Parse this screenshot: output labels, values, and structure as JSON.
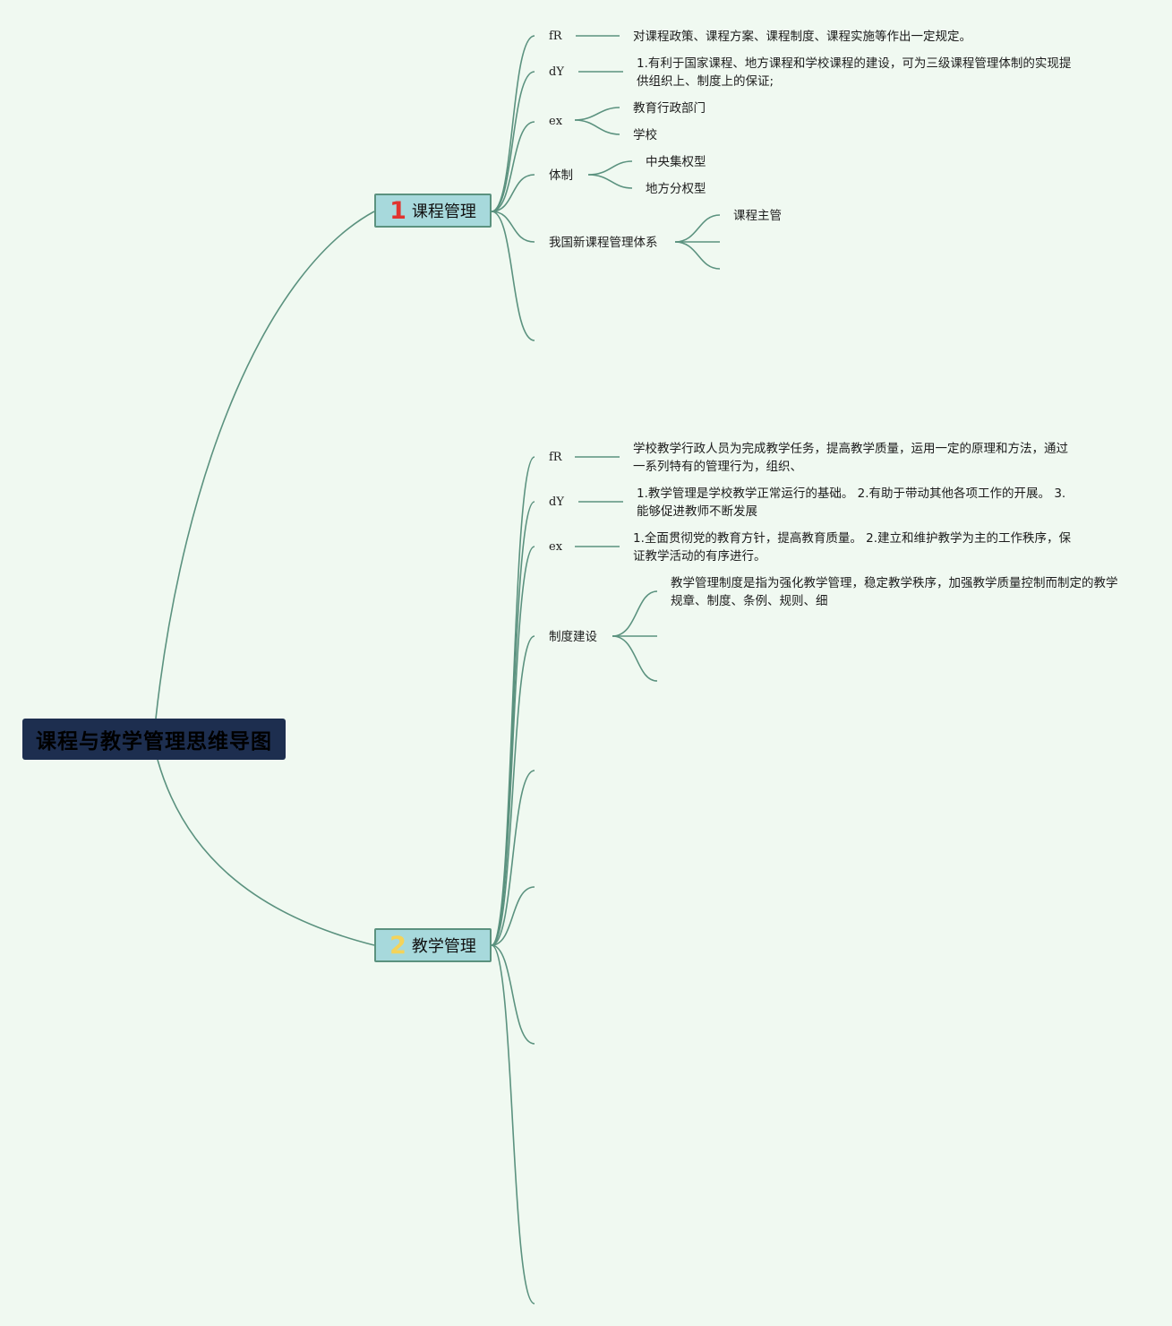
{
  "root": {
    "title": "课程与教学管理思维导图"
  },
  "branch1": {
    "num": "1",
    "title": "课程管理",
    "items": [
      {
        "label": "fR",
        "text": "对课程政策、课程方案、课程制度、课程实施等作出一定规定。"
      },
      {
        "label": "dY",
        "text": "1.有利于国家课程、地方课程和学校课程的建设，可为三级课程管理体制的实现提供组织上、制度上的保证;"
      },
      {
        "label": "ex",
        "children": [
          "教育行政部门",
          "学校"
        ]
      },
      {
        "label": "体制",
        "children": [
          "中央集权型",
          "地方分权型"
        ]
      },
      {
        "label": "我国新课程管理体系",
        "children": [
          "课程主管"
        ]
      }
    ]
  },
  "branch2": {
    "num": "2",
    "title": "教学管理",
    "items": [
      {
        "label": "fR",
        "text": "学校教学行政人员为完成教学任务，提高教学质量，运用一定的原理和方法，通过一系列特有的管理行为，组织、"
      },
      {
        "label": "dY",
        "text": "1.教学管理是学校教学正常运行的基础。 2.有助于带动其他各项工作的开展。 3.能够促进教师不断发展"
      },
      {
        "label": "ex",
        "text": "1.全面贯彻党的教育方针，提高教育质量。 2.建立和维护教学为主的工作秩序，保证教学活动的有序进行。"
      },
      {
        "label": "制度建设",
        "text": "教学管理制度是指为强化教学管理，稳定教学秩序，加强教学质量控制而制定的教学规章、制度、条例、规则、细"
      }
    ]
  },
  "colors": {
    "background": "#f0f9f1",
    "line": "#5b927f",
    "root": "#1d2e4f",
    "branch": "#a7d9dc"
  }
}
